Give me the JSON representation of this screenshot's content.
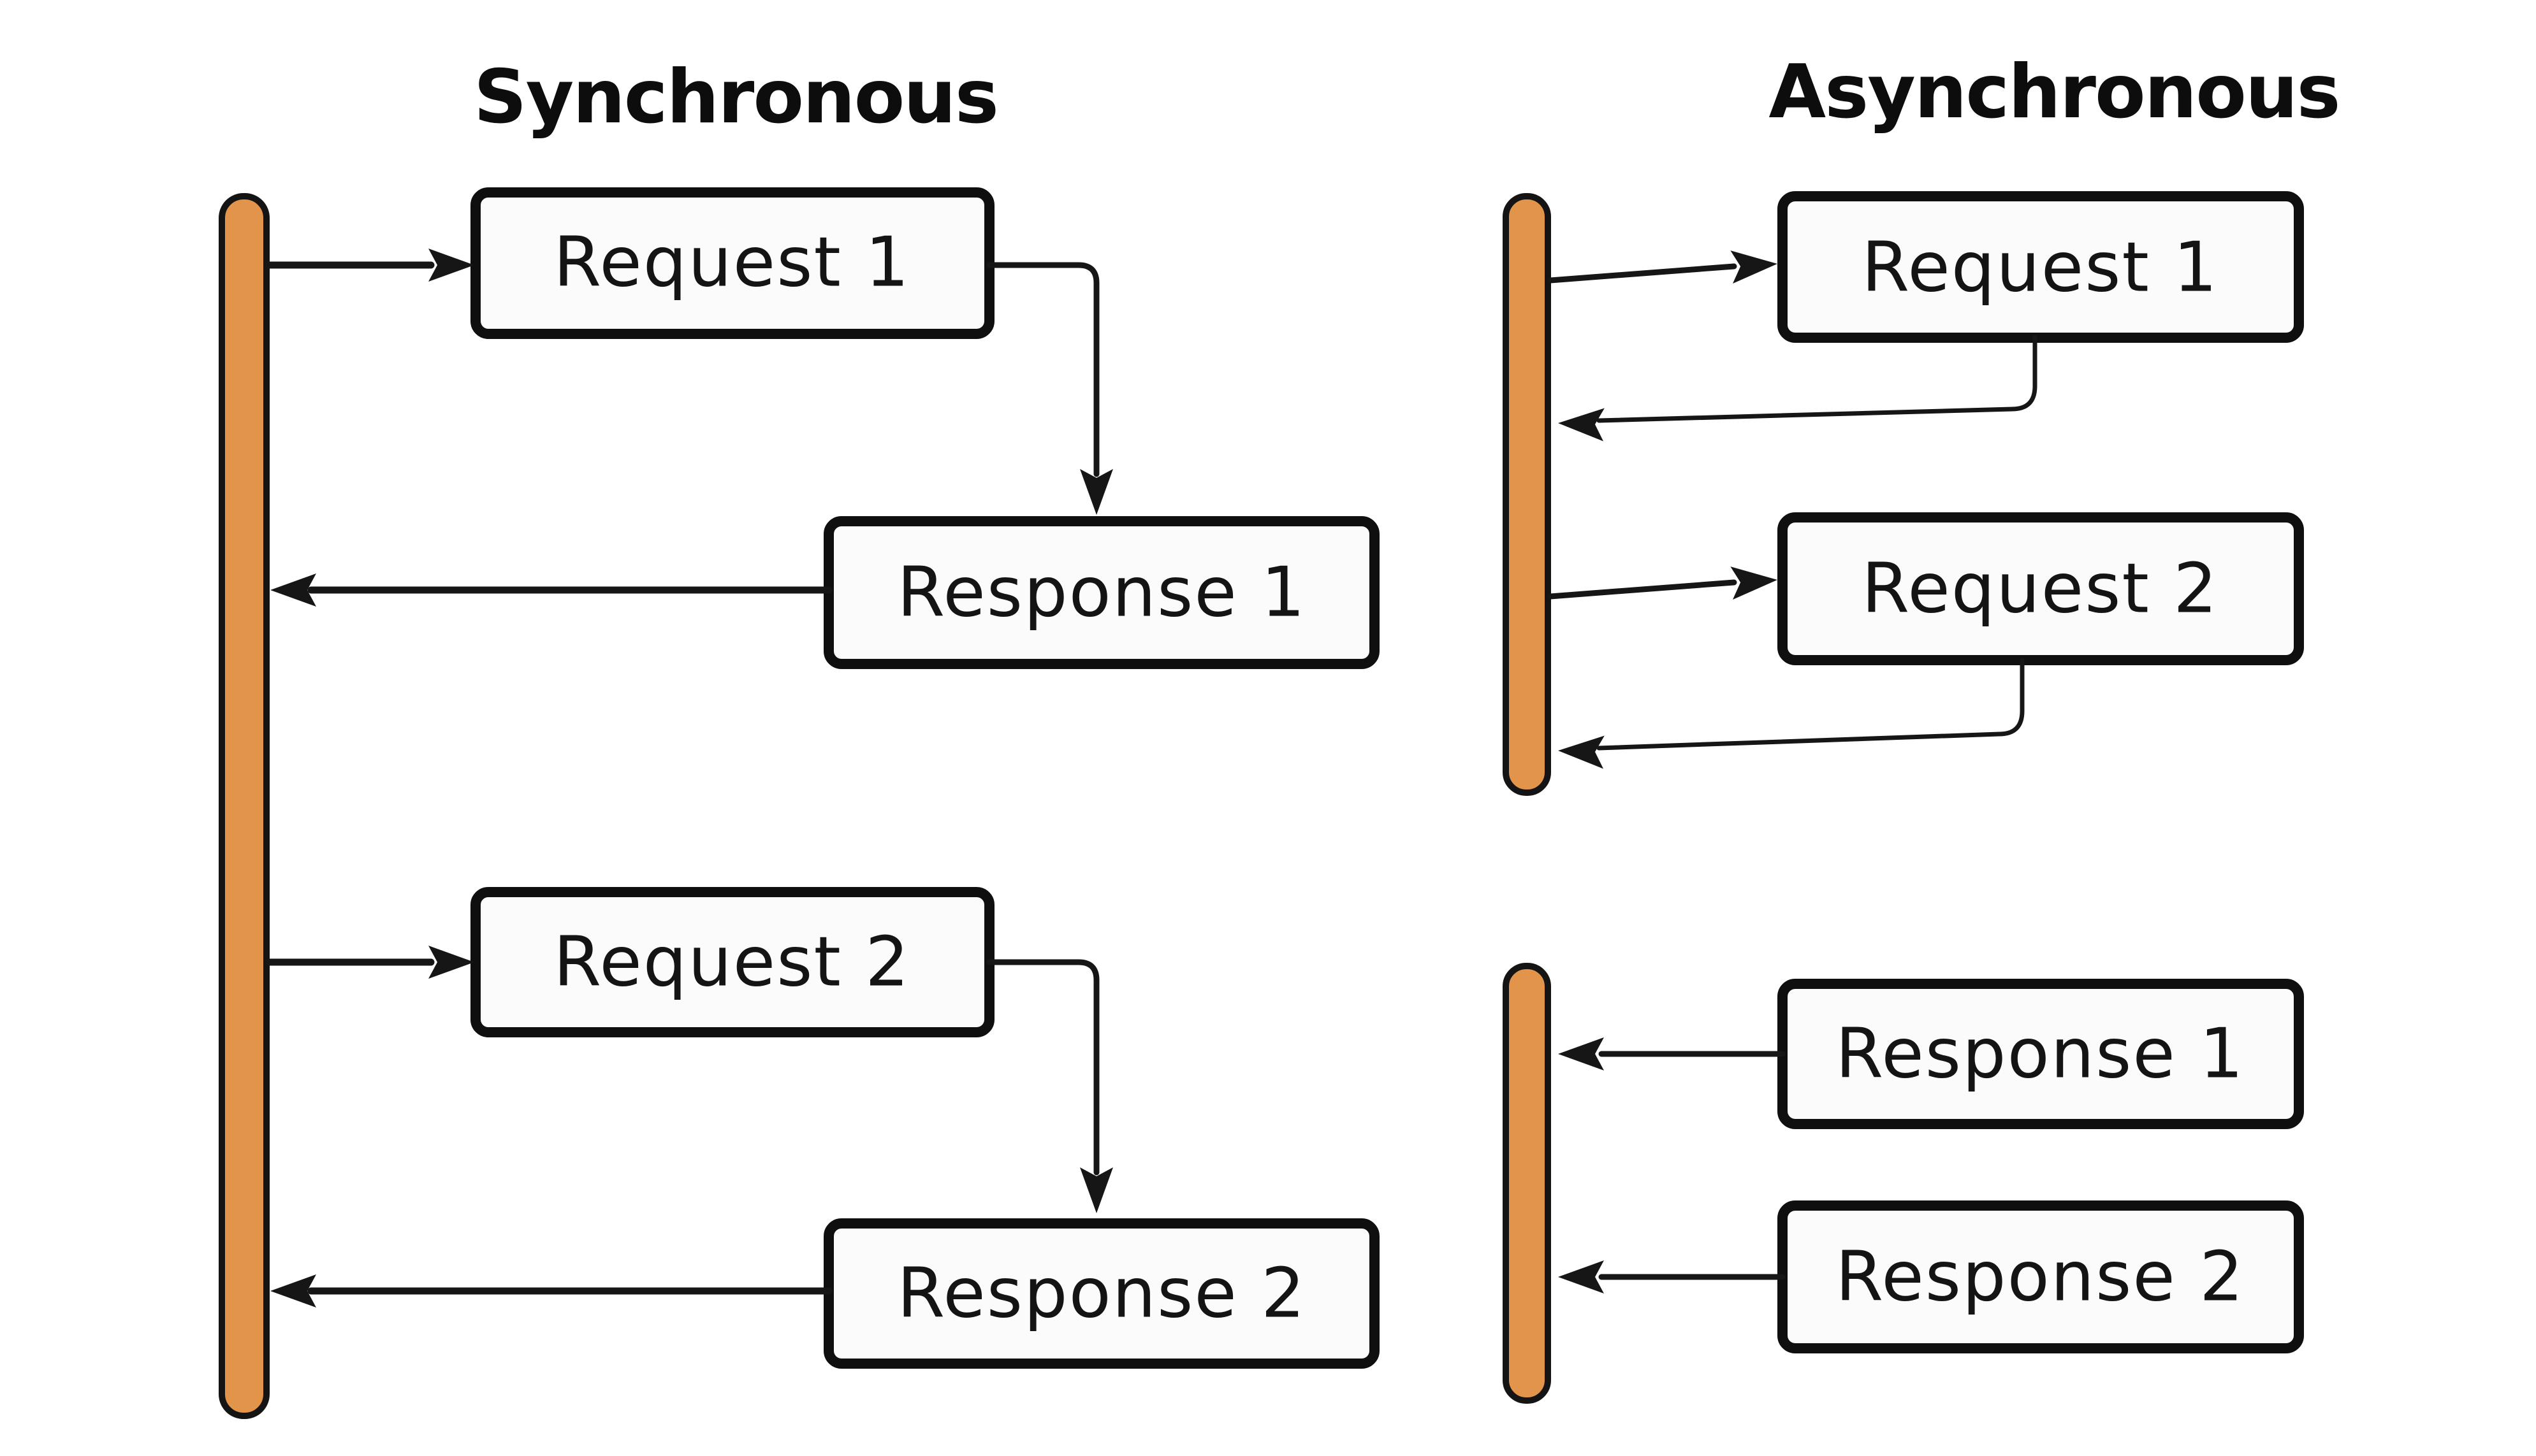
{
  "sync": {
    "title": "Synchronous",
    "request1": "Request 1",
    "response1": "Response 1",
    "request2": "Request 2",
    "response2": "Response 2"
  },
  "async": {
    "title": "Asynchronous",
    "request1": "Request 1",
    "request2": "Request 2",
    "response1": "Response 1",
    "response2": "Response 2"
  },
  "colors": {
    "lifeline_fill": "#E2954A",
    "box_fill": "#FBFBFB",
    "line": "#161616",
    "background": "#FFFFFF"
  }
}
